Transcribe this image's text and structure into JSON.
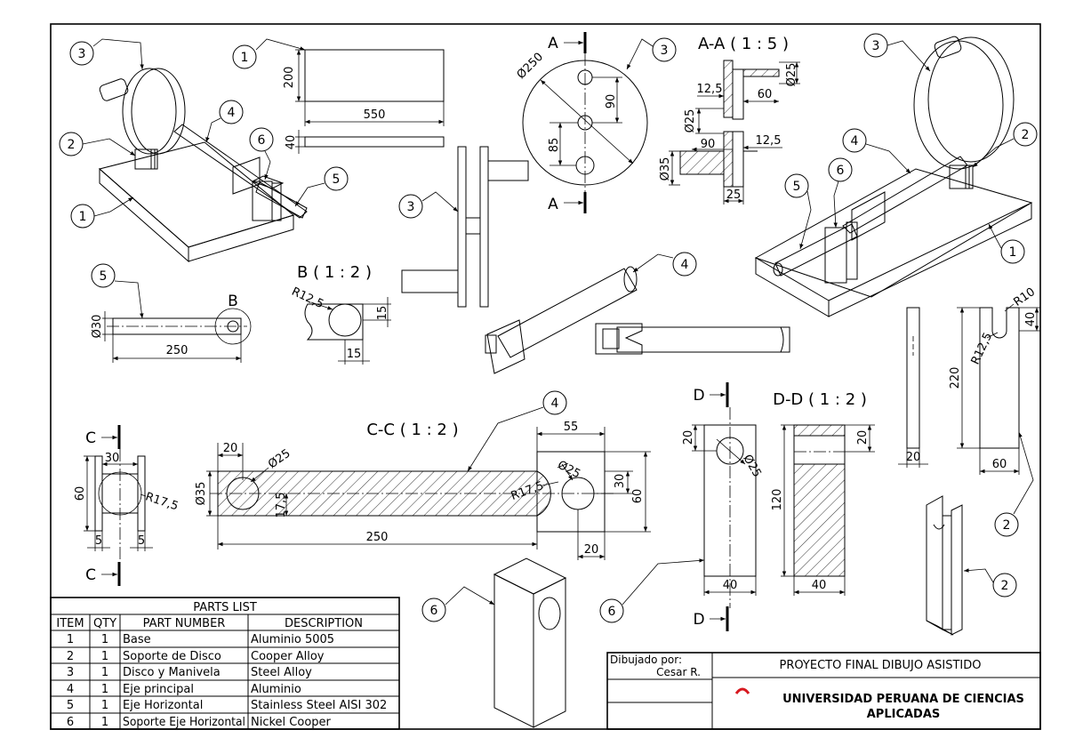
{
  "balloons": {
    "b1": "1",
    "b2": "2",
    "b3": "3",
    "b4": "4",
    "b5": "5",
    "b6": "6"
  },
  "base_view": {
    "dim_w": "550",
    "dim_h": "200",
    "dim_t": "40"
  },
  "disc_view": {
    "section_letter": "A",
    "dim_dia": "Ø250",
    "dim_90": "90",
    "dim_85": "85"
  },
  "section_aa": {
    "title": "A-A ( 1 : 5 )",
    "d_12_5a": "12,5",
    "d_60": "60",
    "d_25a": "Ø25",
    "d_25b": "Ø25",
    "d_90": "90",
    "d_12_5b": "12,5",
    "d_35": "Ø35",
    "d_25c": "25"
  },
  "shaft5": {
    "dim_dia": "Ø30",
    "dim_len": "250",
    "detail_letter": "B"
  },
  "detail_b": {
    "title": "B ( 1 : 2 )",
    "d_r": "R12,5",
    "d_15a": "15",
    "d_15b": "15"
  },
  "view_cc": {
    "title": "C-C ( 1 : 2 )",
    "letter": "C",
    "d_20": "20",
    "d_25a": "Ø25",
    "d_35": "Ø35",
    "d_17_5": "17,5",
    "d_250": "250",
    "d_55": "55",
    "d_r17_5": "R17,5",
    "d_25b": "Ø25",
    "d_30": "30",
    "d_60": "60",
    "d_20b": "20"
  },
  "end_view_c": {
    "d_30": "30",
    "d_60": "60",
    "d_r": "R17,5",
    "d_5a": "5",
    "d_5b": "5"
  },
  "view_dd": {
    "title": "D-D ( 1 : 2 )",
    "letter": "D",
    "d_20a": "20",
    "d_25": "Ø25",
    "d_40a": "40",
    "d_120": "120",
    "d_20b": "20",
    "d_40b": "40"
  },
  "support2": {
    "d_r10": "R10",
    "d_r12_5": "R12,5",
    "d_40": "40",
    "d_220": "220",
    "d_20": "20",
    "d_60": "60"
  },
  "parts_list": {
    "title": "PARTS LIST",
    "headers": [
      "ITEM",
      "QTY",
      "PART NUMBER",
      "DESCRIPTION"
    ],
    "rows": [
      [
        "1",
        "1",
        "Base",
        "Aluminio 5005"
      ],
      [
        "2",
        "1",
        "Soporte de Disco",
        "Cooper Alloy"
      ],
      [
        "3",
        "1",
        "Disco y Manivela",
        "Steel Alloy"
      ],
      [
        "4",
        "1",
        "Eje principal",
        "Aluminio"
      ],
      [
        "5",
        "1",
        "Eje Horizontal",
        "Stainless Steel AISI 302"
      ],
      [
        "6",
        "1",
        "Soporte Eje Horizontal",
        "Nickel Cooper"
      ]
    ]
  },
  "title_block": {
    "drawn_by_label": "Dibujado por:",
    "drawn_by": "Cesar R.",
    "project": "PROYECTO FINAL DIBUJO ASISTIDO",
    "university_line1": "UNIVERSIDAD PERUANA DE CIENCIAS",
    "university_line2": "APLICADAS"
  },
  "colors": {
    "logo_red": "#d71920",
    "support_green": "#2e9e4a",
    "support_copper": "#d2552a",
    "disc_brown": "#b8935e",
    "shaft_blue": "#2a72c0",
    "crank_maroon": "#7a1c2a",
    "block_yellow": "#e6e022",
    "teal": "#5bc8d8"
  }
}
